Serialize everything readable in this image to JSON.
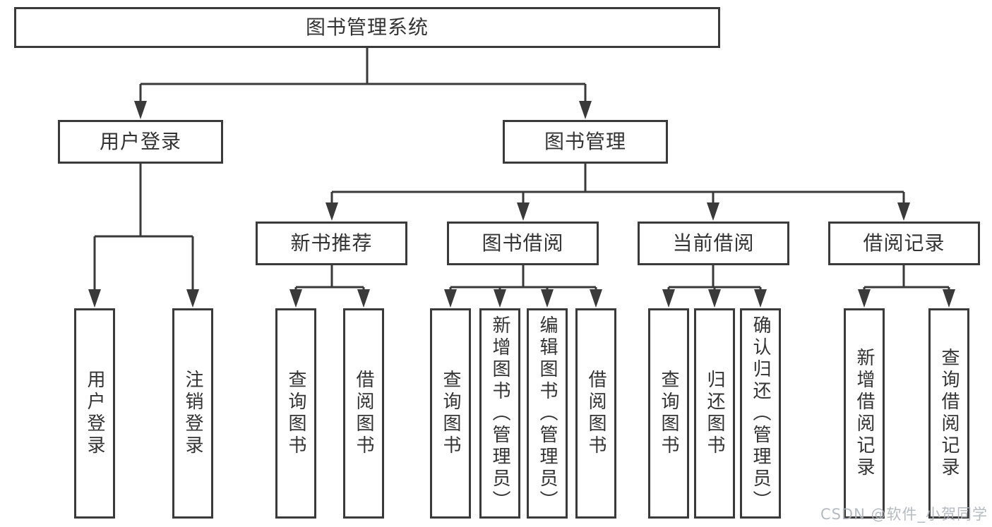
{
  "colors": {
    "line": "#3a3a3a",
    "text": "#333333",
    "background": "#ffffff",
    "watermark": "#aeb4bc"
  },
  "watermark": {
    "text": "CSDN @软件_小贺同学"
  },
  "tree": {
    "root": {
      "label": "图书管理系统",
      "children": [
        {
          "label": "用户登录",
          "children": [
            {
              "label": "用户登录"
            },
            {
              "label": "注销登录"
            }
          ]
        },
        {
          "label": "图书管理",
          "children": [
            {
              "label": "新书推荐",
              "children": [
                {
                  "label": "查询图书"
                },
                {
                  "label": "借阅图书"
                }
              ]
            },
            {
              "label": "图书借阅",
              "children": [
                {
                  "label": "查询图书"
                },
                {
                  "label": "新增图书（管理员）"
                },
                {
                  "label": "编辑图书（管理员）"
                },
                {
                  "label": "借阅图书"
                }
              ]
            },
            {
              "label": "当前借阅",
              "children": [
                {
                  "label": "查询图书"
                },
                {
                  "label": "归还图书"
                },
                {
                  "label": "确认归还（管理员）"
                }
              ]
            },
            {
              "label": "借阅记录",
              "children": [
                {
                  "label": "新增借阅记录"
                },
                {
                  "label": "查询借阅记录"
                }
              ]
            }
          ]
        }
      ]
    }
  }
}
